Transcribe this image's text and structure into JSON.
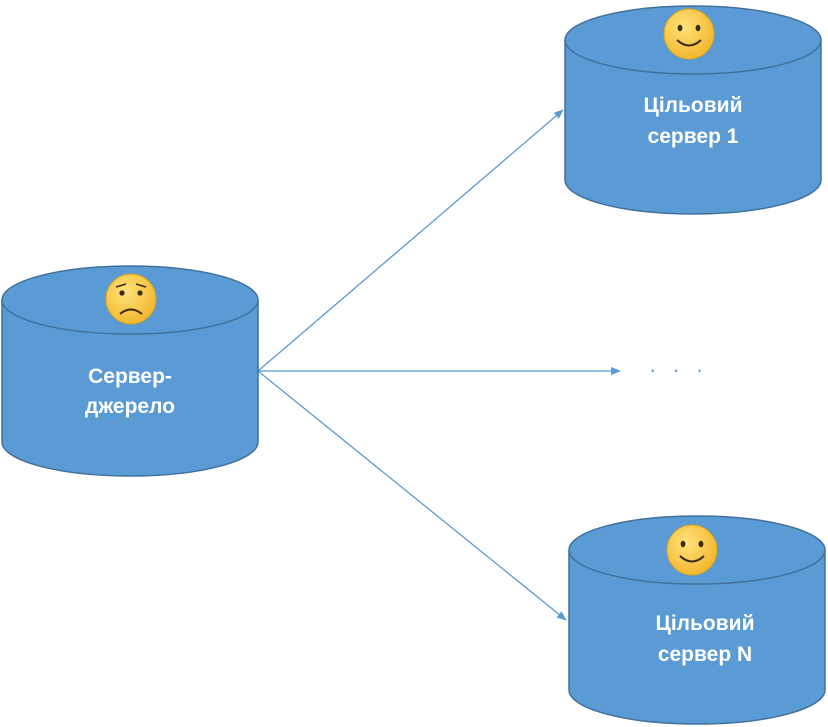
{
  "colors": {
    "cylinder_fill": "#5b9bd5",
    "cylinder_stroke": "#41719c",
    "arrow": "#5b9bd5",
    "emoji_fill": "#f5c53b",
    "emoji_stroke": "#d9a21b"
  },
  "nodes": {
    "source": {
      "line1": "Сервер-",
      "line2": "джерело",
      "icon": "sad-face-icon"
    },
    "target_1": {
      "line1": "Цільовий",
      "line2": "сервер 1",
      "icon": "smiley-face-icon"
    },
    "target_n": {
      "line1": "Цільовий",
      "line2": "сервер N",
      "icon": "smiley-face-icon"
    }
  },
  "ellipsis": "· · ·"
}
